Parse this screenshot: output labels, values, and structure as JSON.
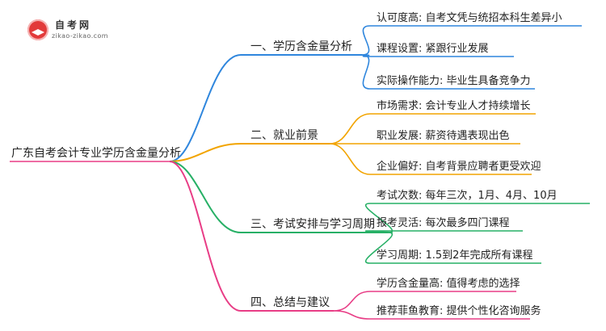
{
  "logo": {
    "title": "自考网",
    "url": "zikao-zikao.com"
  },
  "root": {
    "label": "广东自考会计专业学历含金量分析"
  },
  "branches": [
    {
      "label": "一、学历含金量分析",
      "color": "#2f86dd",
      "children": [
        "认可度高: 自考文凭与统招本科生差异小",
        "课程设置: 紧跟行业发展",
        "实际操作能力: 毕业生具备竞争力"
      ]
    },
    {
      "label": "二、就业前景",
      "color": "#f2a400",
      "children": [
        "市场需求: 会计专业人才持续增长",
        "职业发展: 薪资待遇表现出色",
        "企业偏好: 自考背景应聘者更受欢迎"
      ]
    },
    {
      "label": "三、考试安排与学习周期",
      "color": "#27b066",
      "children": [
        "考试次数: 每年三次，1月、4月、10月",
        "报考灵活: 每次最多四门课程",
        "学习周期: 1.5到2年完成所有课程"
      ]
    },
    {
      "label": "四、总结与建议",
      "color": "#e83d86",
      "children": [
        "学历含金量高: 值得考虑的选择",
        "推荐菲鱼教育: 提供个性化咨询服务"
      ]
    }
  ]
}
